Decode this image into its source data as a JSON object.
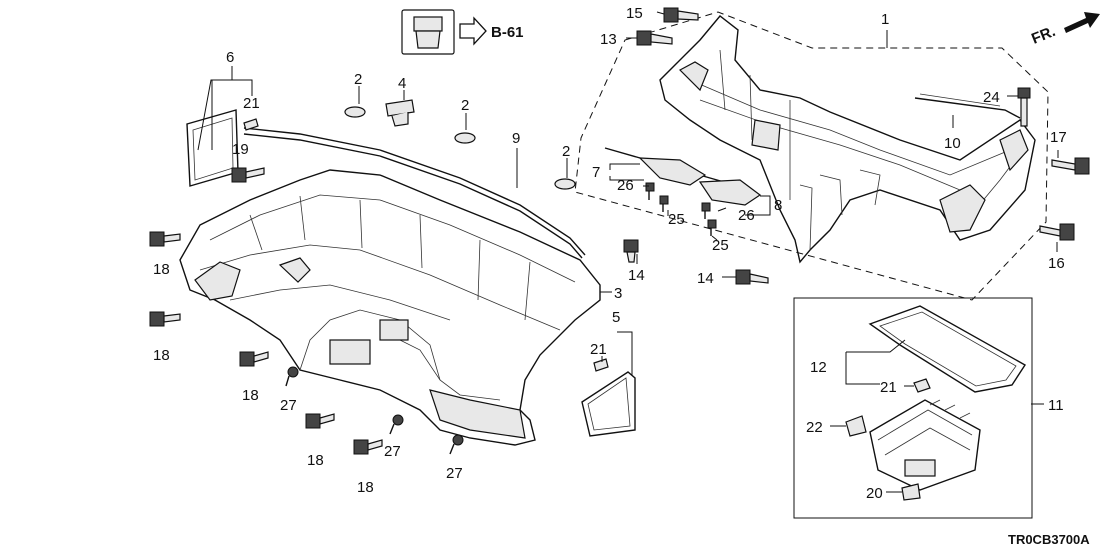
{
  "diagram": {
    "diagram_code": "TR0CB3700A",
    "direction_label": "FR.",
    "reference_label": "B-61",
    "callouts": {
      "c1": "1",
      "c2a": "2",
      "c2b": "2",
      "c2c": "2",
      "c3": "3",
      "c4": "4",
      "c5": "5",
      "c6": "6",
      "c7": "7",
      "c8": "8",
      "c9": "9",
      "c10": "10",
      "c11": "11",
      "c12": "12",
      "c13": "13",
      "c14a": "14",
      "c14b": "14",
      "c15": "15",
      "c16": "16",
      "c17": "17",
      "c18a": "18",
      "c18b": "18",
      "c18c": "18",
      "c18d": "18",
      "c18e": "18",
      "c19": "19",
      "c20": "20",
      "c21a": "21",
      "c21b": "21",
      "c21c": "21",
      "c22": "22",
      "c24": "24",
      "c25a": "25",
      "c25b": "25",
      "c26a": "26",
      "c26b": "26",
      "c27a": "27",
      "c27b": "27",
      "c27c": "27"
    }
  }
}
